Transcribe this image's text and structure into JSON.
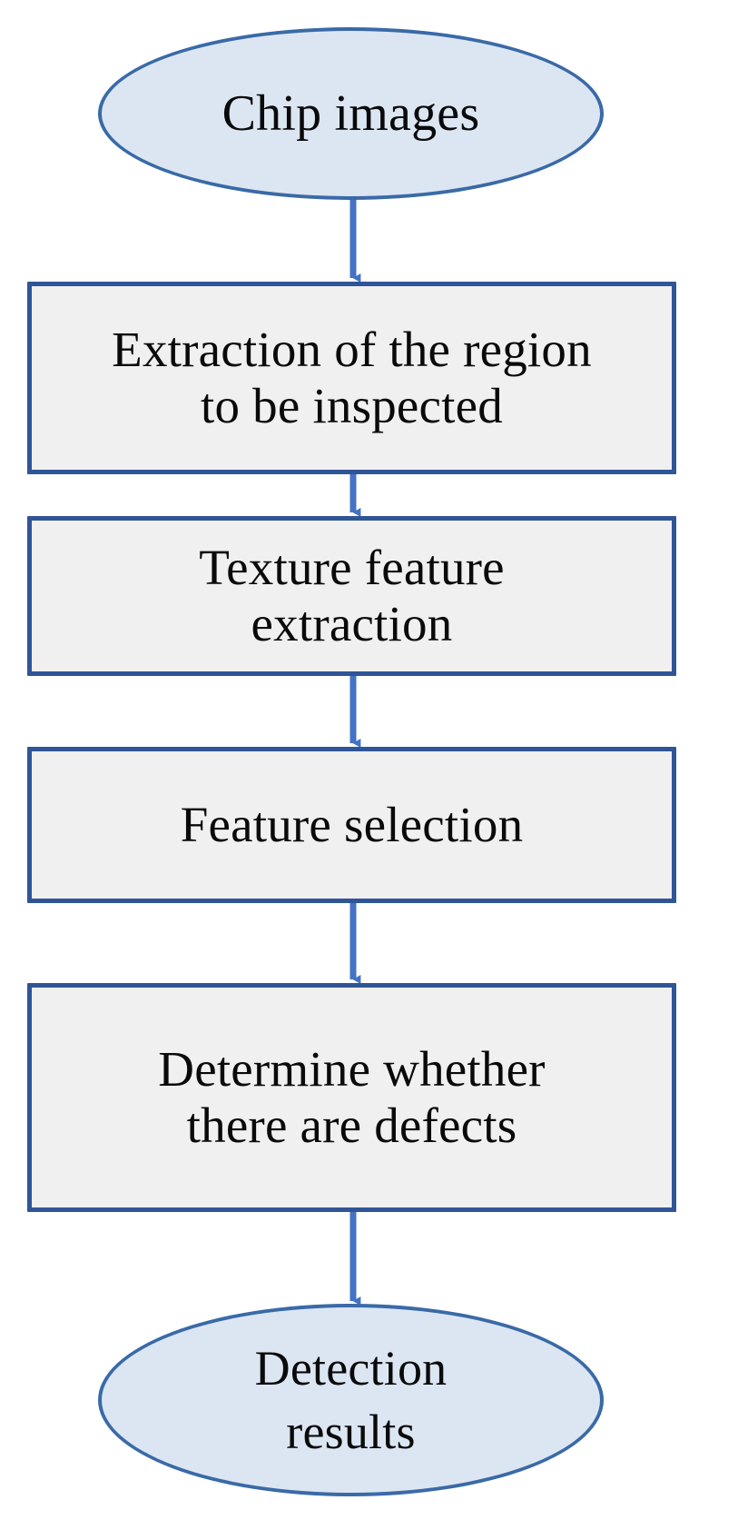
{
  "diagram": {
    "title": "Chip defect detection process flowchart",
    "orientation": "top-to-bottom",
    "background_color": "#ffffff",
    "palette": {
      "terminal_fill": "#dce6f3",
      "terminal_border": "#3a6aa7",
      "process_fill": "#f0f0f0",
      "process_border": "#2f5597",
      "arrow_color": "#4472c4",
      "text_color": "#0a0a0a"
    },
    "nodes": [
      {
        "id": "chip-images",
        "shape": "ellipse",
        "role": "start-terminal",
        "label": "Chip images"
      },
      {
        "id": "extraction",
        "shape": "rectangle",
        "role": "process",
        "label": "Extraction of the region\nto be inspected"
      },
      {
        "id": "texture",
        "shape": "rectangle",
        "role": "process",
        "label": "Texture feature\nextraction"
      },
      {
        "id": "feature-selection",
        "shape": "rectangle",
        "role": "process",
        "label": "Feature selection"
      },
      {
        "id": "determine",
        "shape": "rectangle",
        "role": "process",
        "label": "Determine whether\nthere are defects"
      },
      {
        "id": "detection-results",
        "shape": "ellipse",
        "role": "end-terminal",
        "label": "Detection\nresults"
      }
    ],
    "connectors": [
      {
        "id": "arrow-1",
        "from": "chip-images",
        "to": "extraction",
        "style": "solid-arrow-down"
      },
      {
        "id": "arrow-2",
        "from": "extraction",
        "to": "texture",
        "style": "solid-arrow-down"
      },
      {
        "id": "arrow-3",
        "from": "texture",
        "to": "feature-selection",
        "style": "solid-arrow-down"
      },
      {
        "id": "arrow-4",
        "from": "feature-selection",
        "to": "determine",
        "style": "solid-arrow-down"
      },
      {
        "id": "arrow-5",
        "from": "determine",
        "to": "detection-results",
        "style": "solid-arrow-down"
      }
    ]
  }
}
